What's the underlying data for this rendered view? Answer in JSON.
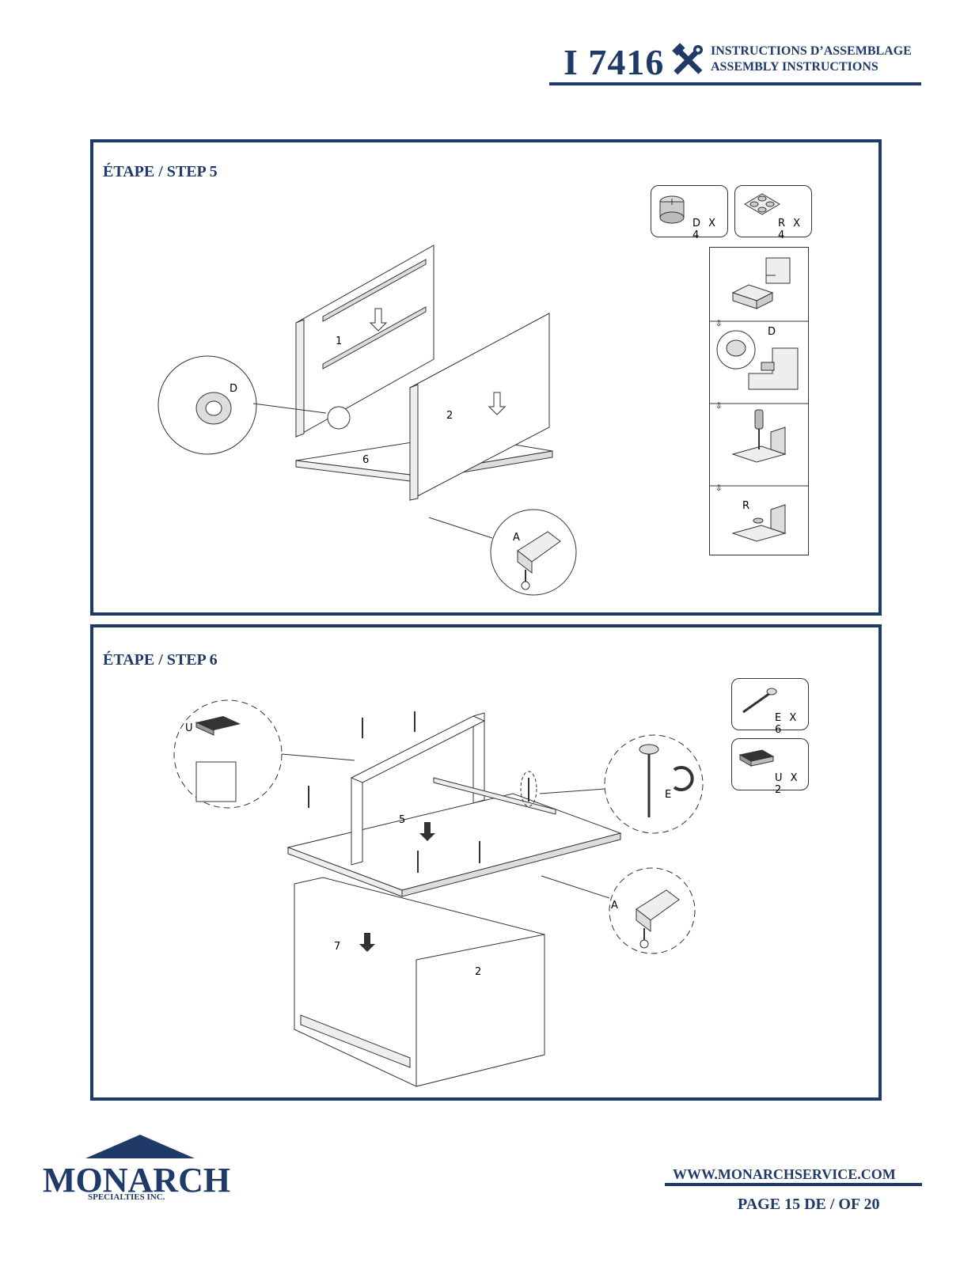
{
  "header": {
    "doc_number": "I 7416",
    "title_fr": "INSTRUCTIONS D’ASSEMBLAGE",
    "title_en": "ASSEMBLY INSTRUCTIONS"
  },
  "step5": {
    "title": "ÉTAPE / STEP 5",
    "hardware": [
      {
        "icon": "cam-lock-icon",
        "label": "D X 4"
      },
      {
        "icon": "cover-cap-icon",
        "label": "R X 4"
      }
    ],
    "part_numbers": [
      "1",
      "2",
      "6"
    ],
    "callouts": [
      "D",
      "A"
    ],
    "side_steps": [
      "D",
      "R"
    ]
  },
  "step6": {
    "title": "ÉTAPE / STEP 6",
    "hardware": [
      {
        "icon": "screw-icon",
        "label": "E X 6"
      },
      {
        "icon": "end-cap-icon",
        "label": "U X 2"
      }
    ],
    "part_numbers": [
      "5",
      "7",
      "2"
    ],
    "callouts": [
      "U",
      "E",
      "A"
    ]
  },
  "footer": {
    "logo_name": "MONARCH",
    "logo_sub": "SPECIALTIES INC.",
    "url": "WWW.MONARCHSERVICE.COM",
    "page": "PAGE  15  DE / OF  20"
  },
  "colors": {
    "accent": "#1f3a68"
  }
}
